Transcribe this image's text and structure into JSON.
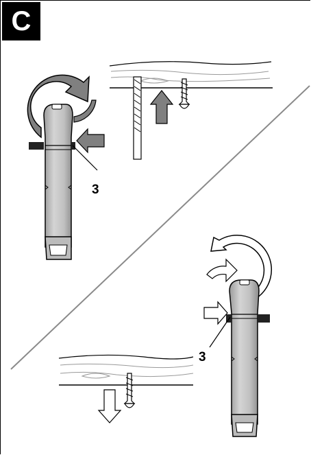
{
  "figure": {
    "label": "C",
    "callouts": [
      {
        "id": "top",
        "text": "3"
      },
      {
        "id": "bottom",
        "text": "3"
      }
    ],
    "colors": {
      "line": "#000000",
      "arrow_dark": "#808080",
      "arrow_light": "#ffffff",
      "tool_body": "#c8c8c8",
      "tool_shade": "#a0a0a0",
      "diagonal": "#8a8a8a"
    }
  }
}
